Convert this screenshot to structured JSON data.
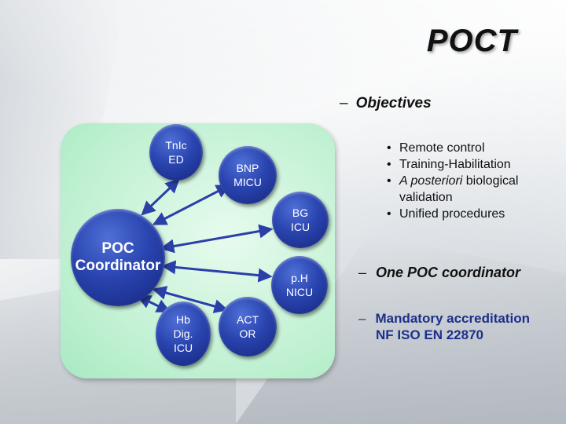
{
  "title": "POCT",
  "objectives": {
    "dash": "–",
    "label": "Objectives"
  },
  "diagram": {
    "center": {
      "line1": "POC",
      "line2": "Coordinator"
    },
    "nodes": [
      {
        "line1": "TnIc",
        "line2": "ED"
      },
      {
        "line1": "BNP",
        "line2": "MICU"
      },
      {
        "line1": "BG",
        "line2": "ICU"
      },
      {
        "line1": "p.H",
        "line2": "NICU"
      },
      {
        "line1": "ACT",
        "line2": "OR"
      },
      {
        "line1": "Hb",
        "line2": "Dig.",
        "line3": "ICU"
      }
    ]
  },
  "bullets": {
    "marker": "•",
    "items": [
      "Remote control",
      "Training-Habilitation",
      {
        "em": "A posteriori",
        "rest": " biological",
        "cont": "validation"
      },
      "Unified procedures"
    ]
  },
  "coordinator": {
    "dash": "–",
    "text": "One POC coordinator"
  },
  "accreditation": {
    "dash": "–",
    "line1": "Mandatory accreditation",
    "line2": "NF ISO EN 22870"
  },
  "colors": {
    "node": "#2a45b0",
    "panel": "#bdf0d0",
    "accent_text": "#1c2f8a",
    "arrow": "#2b3fa8"
  }
}
